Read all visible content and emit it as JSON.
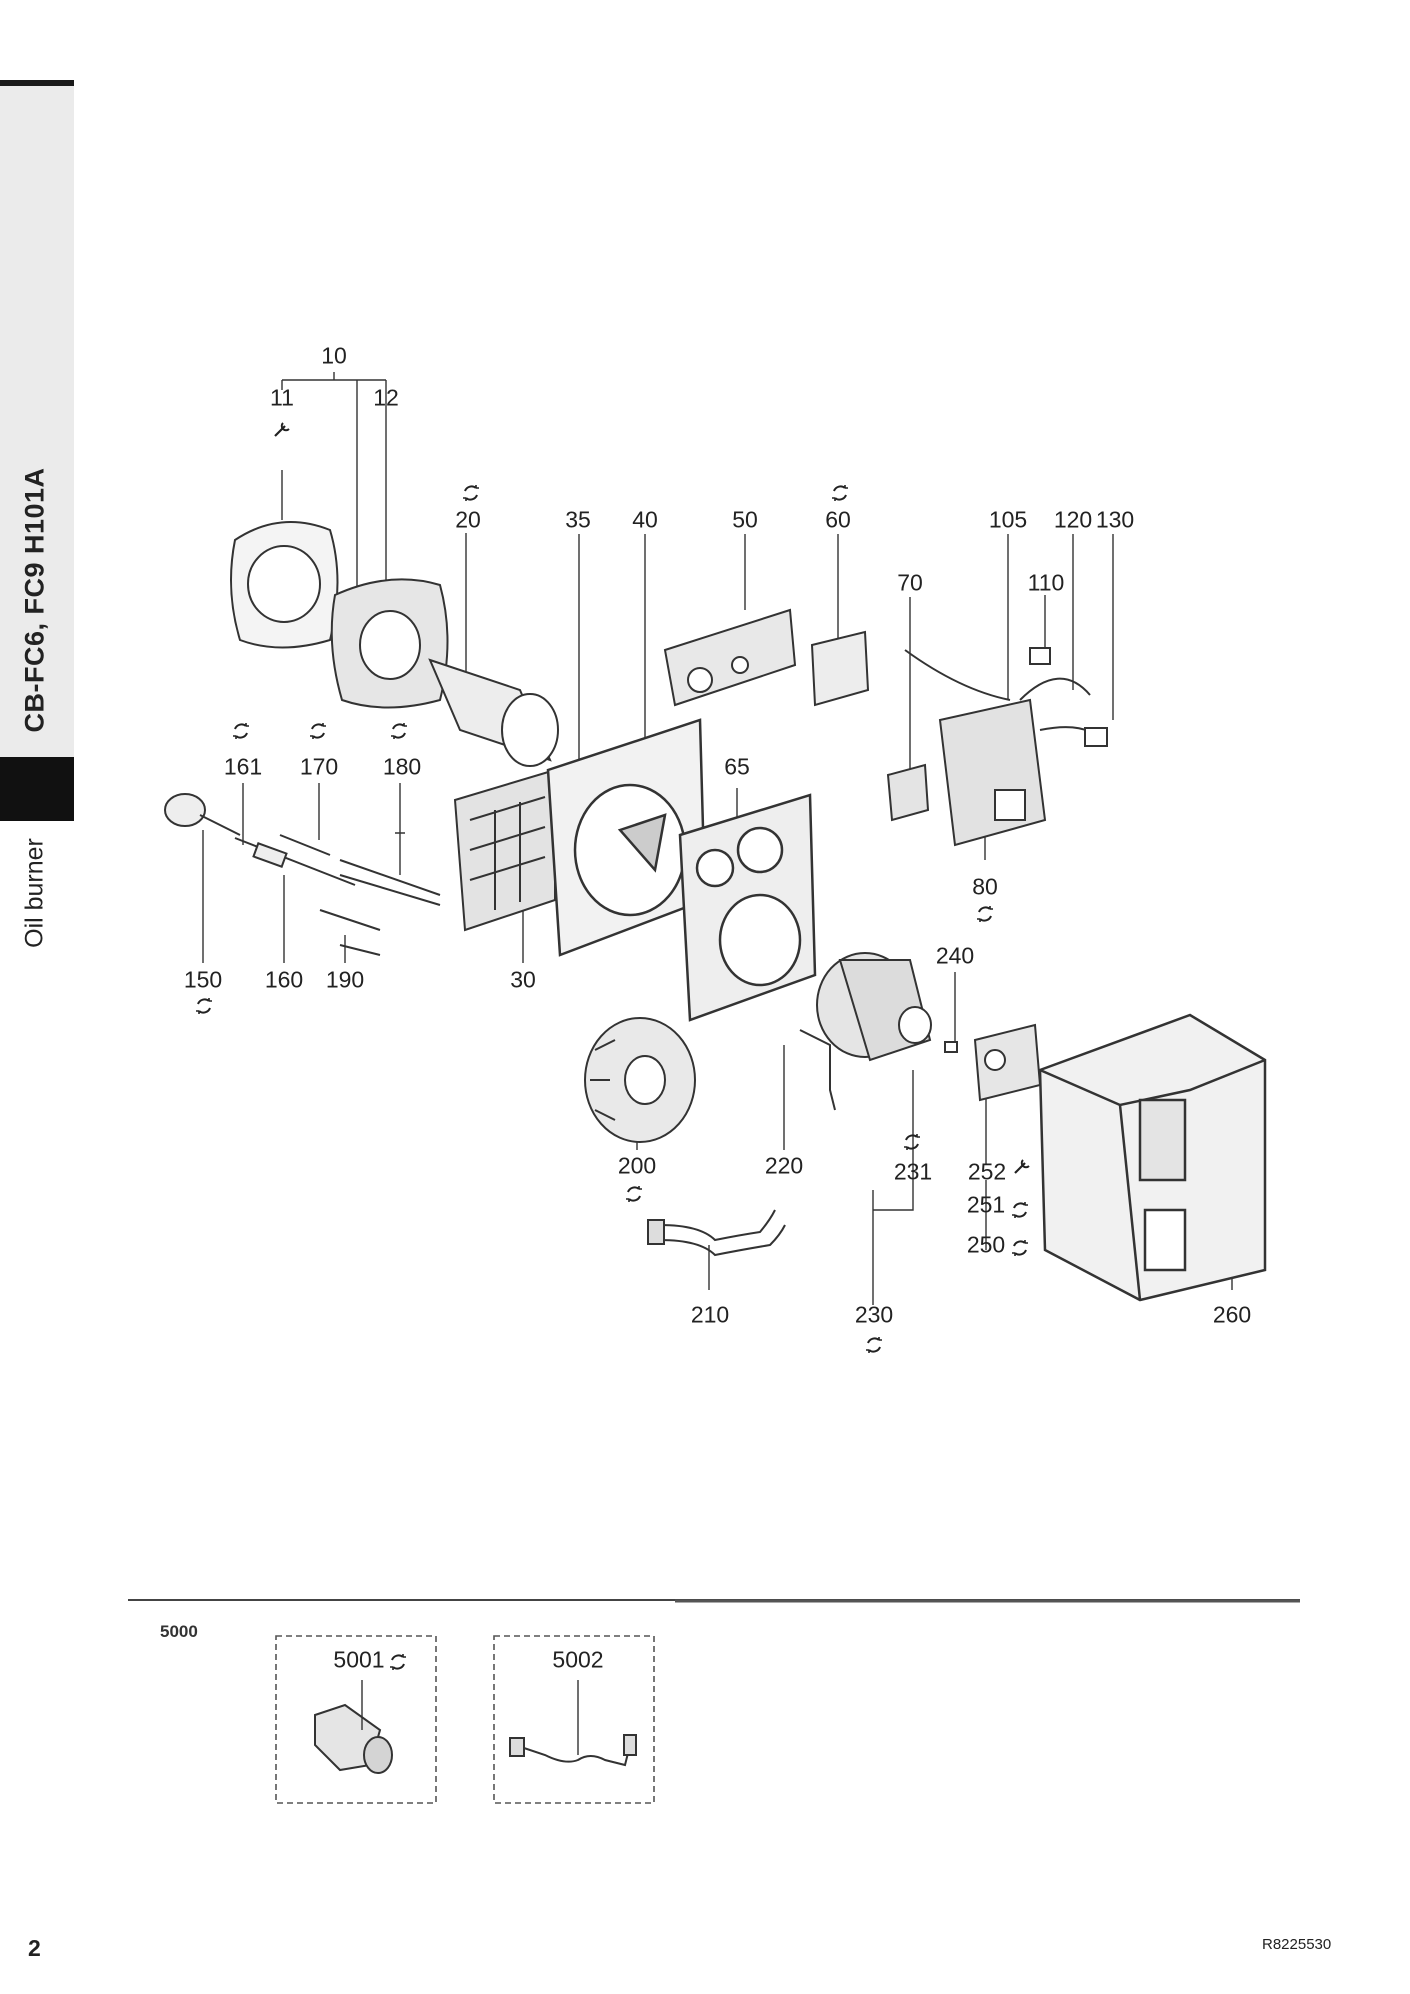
{
  "sidebar": {
    "title": "CB-FC6, FC9 H101A",
    "subtitle": "Oil burner"
  },
  "diagram": {
    "callouts": {
      "p10": "10",
      "p11": "11",
      "p12": "12",
      "p20": "20",
      "p30": "30",
      "p35": "35",
      "p40": "40",
      "p50": "50",
      "p60": "60",
      "p65": "65",
      "p70": "70",
      "p80": "80",
      "p105": "105",
      "p110": "110",
      "p120": "120",
      "p130": "130",
      "p150": "150",
      "p160": "160",
      "p161": "161",
      "p170": "170",
      "p180": "180",
      "p190": "190",
      "p200": "200",
      "p210": "210",
      "p220": "220",
      "p230": "230",
      "p231": "231",
      "p240": "240",
      "p250": "250",
      "p251": "251",
      "p252": "252",
      "p260": "260"
    }
  },
  "kit": {
    "label": "5000",
    "items": [
      {
        "number": "5001",
        "icon": "wear-part-icon"
      },
      {
        "number": "5002"
      }
    ]
  },
  "footer": {
    "page_number": "2",
    "document_code": "R8225530"
  },
  "colors": {
    "ink": "#222222",
    "sidebar_bg": "#ebebeb",
    "sidebar_accent": "#111111"
  }
}
